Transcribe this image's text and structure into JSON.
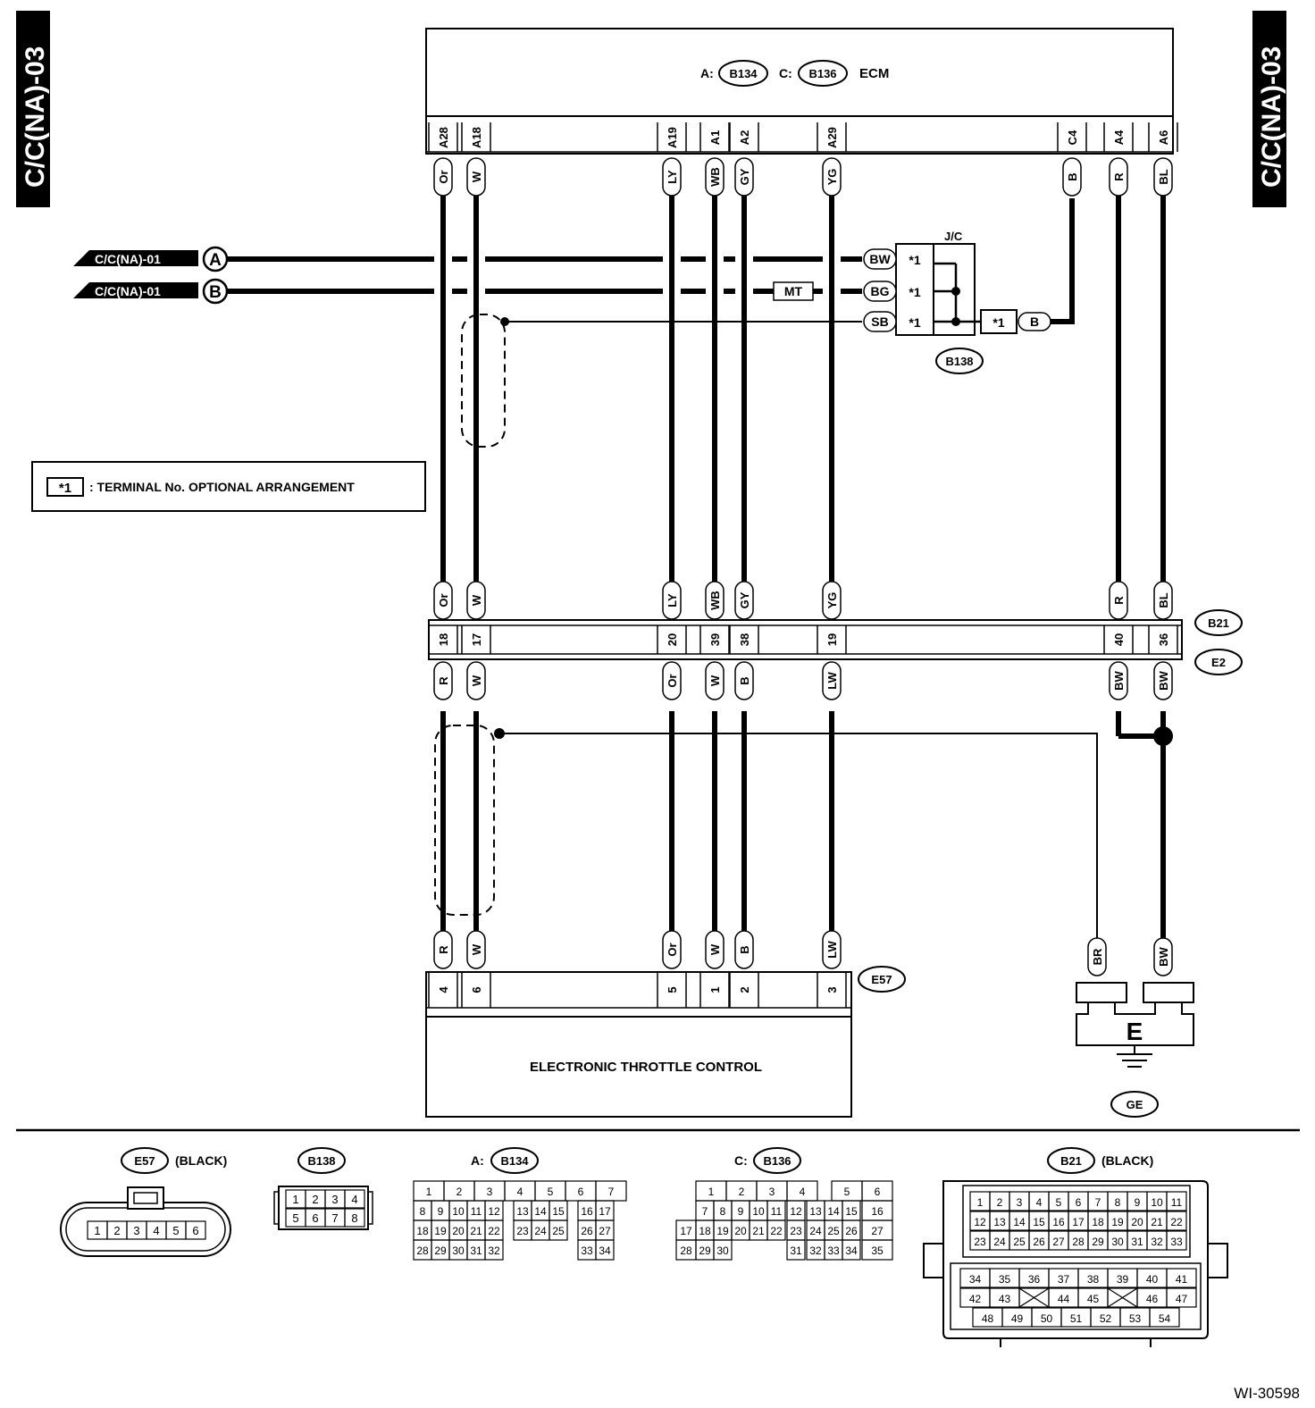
{
  "side_tabs": {
    "left": "C/C(NA)-03",
    "right": "C/C(NA)-03"
  },
  "ecm": {
    "a_prefix": "A:",
    "a_conn": "B134",
    "c_prefix": "C:",
    "c_conn": "B136",
    "label": "ECM",
    "pins": [
      "A28",
      "A18",
      "A19",
      "A1",
      "A2",
      "A29",
      "C4",
      "A4",
      "A6"
    ],
    "colors": [
      "Or",
      "W",
      "LY",
      "WB",
      "GY",
      "YG",
      "B",
      "R",
      "BL"
    ]
  },
  "refs": {
    "a_text": "C/C(NA)-01",
    "a_letter": "A",
    "b_text": "C/C(NA)-01",
    "b_letter": "B"
  },
  "jc": {
    "title": "J/C",
    "wire_colors": [
      "BW",
      "BG",
      "SB"
    ],
    "star": "*1",
    "mt": "MT",
    "right_color": "B",
    "conn": "B138"
  },
  "note": {
    "box": "*1",
    "text": ": TERMINAL No. OPTIONAL ARRANGEMENT"
  },
  "b21e2": {
    "top_colors": [
      "Or",
      "W",
      "LY",
      "WB",
      "GY",
      "YG",
      "R",
      "BL"
    ],
    "pins": [
      "18",
      "17",
      "20",
      "39",
      "38",
      "19",
      "40",
      "36"
    ],
    "bottom_colors": [
      "R",
      "W",
      "Or",
      "W",
      "B",
      "LW",
      "BW",
      "BW"
    ],
    "conn_top": "B21",
    "conn_bottom": "E2"
  },
  "e57": {
    "colors": [
      "R",
      "W",
      "Or",
      "W",
      "B",
      "LW"
    ],
    "pins": [
      "4",
      "6",
      "5",
      "1",
      "2",
      "3"
    ],
    "conn": "E57",
    "label": "ELECTRONIC THROTTLE CONTROL"
  },
  "ground": {
    "colors": [
      "BR",
      "BW"
    ],
    "letter": "E",
    "conn": "GE"
  },
  "views": {
    "e57": {
      "name": "E57",
      "note": "(BLACK)",
      "pins": [
        "1",
        "2",
        "3",
        "4",
        "5",
        "6"
      ]
    },
    "b138": {
      "name": "B138",
      "pins": [
        "1",
        "2",
        "3",
        "4",
        "5",
        "6",
        "7",
        "8"
      ]
    },
    "b134": {
      "prefix": "A:",
      "name": "B134",
      "rows": [
        [
          "1",
          "2",
          "3",
          "4",
          "5",
          "6",
          "7"
        ],
        [
          "8",
          "9",
          "10",
          "11",
          "12",
          "13",
          "14",
          "15",
          "16",
          "17"
        ],
        [
          "18",
          "19",
          "20",
          "21",
          "22",
          "23",
          "24",
          "25",
          "26",
          "27"
        ],
        [
          "28",
          "29",
          "30",
          "31",
          "32",
          "33",
          "34"
        ]
      ]
    },
    "b136": {
      "prefix": "C:",
      "name": "B136",
      "rows": [
        [
          "1",
          "2",
          "3",
          "4",
          "5",
          "6"
        ],
        [
          "7",
          "8",
          "9",
          "10",
          "11",
          "12",
          "13",
          "14",
          "15",
          "16"
        ],
        [
          "17",
          "18",
          "19",
          "20",
          "21",
          "22",
          "23",
          "24",
          "25",
          "26",
          "27"
        ],
        [
          "28",
          "29",
          "30",
          "31",
          "32",
          "33",
          "34",
          "35"
        ]
      ]
    },
    "b21": {
      "name": "B21",
      "note": "(BLACK)",
      "rows": [
        [
          "1",
          "2",
          "3",
          "4",
          "5",
          "6",
          "7",
          "8",
          "9",
          "10",
          "11"
        ],
        [
          "12",
          "13",
          "14",
          "15",
          "16",
          "17",
          "18",
          "19",
          "20",
          "21",
          "22"
        ],
        [
          "23",
          "24",
          "25",
          "26",
          "27",
          "28",
          "29",
          "30",
          "31",
          "32",
          "33"
        ],
        [
          "34",
          "35",
          "36",
          "37",
          "38",
          "39",
          "40",
          "41"
        ],
        [
          "42",
          "43",
          "44",
          "45",
          "46",
          "47"
        ],
        [
          "48",
          "49",
          "50",
          "51",
          "52",
          "53",
          "54"
        ]
      ]
    }
  },
  "figure_id": "WI-30598"
}
